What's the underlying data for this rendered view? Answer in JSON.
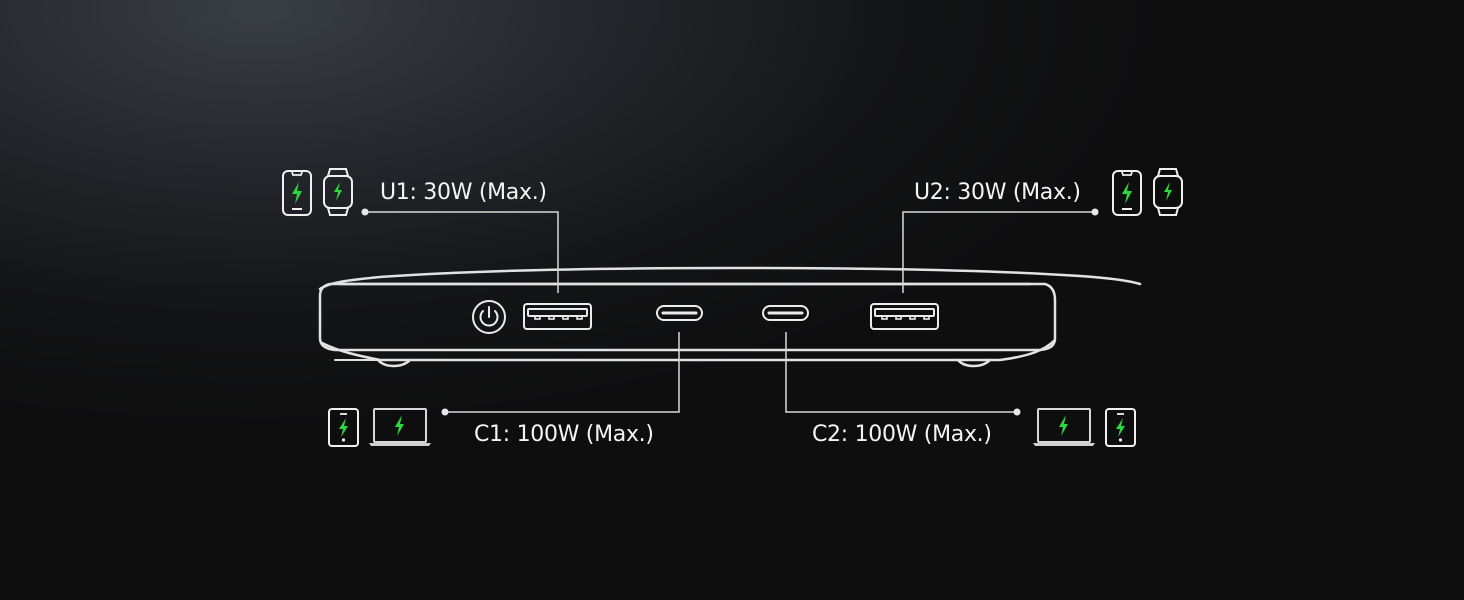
{
  "colors": {
    "accent_green": "#2bd93c",
    "line_white": "#e6e6e6",
    "background": "#131415"
  },
  "ports": {
    "u1": {
      "label": "U1: 30W (Max.)",
      "port_type": "USB-A",
      "devices": [
        "phone-icon",
        "smartwatch-icon"
      ]
    },
    "u2": {
      "label": "U2: 30W (Max.)",
      "port_type": "USB-A",
      "devices": [
        "phone-icon",
        "smartwatch-icon"
      ]
    },
    "c1": {
      "label": "C1: 100W (Max.)",
      "port_type": "USB-C",
      "devices": [
        "tablet-icon",
        "laptop-icon"
      ]
    },
    "c2": {
      "label": "C2: 100W (Max.)",
      "port_type": "USB-C",
      "devices": [
        "laptop-icon",
        "tablet-icon"
      ]
    }
  },
  "device": {
    "power_button": "power-icon"
  }
}
